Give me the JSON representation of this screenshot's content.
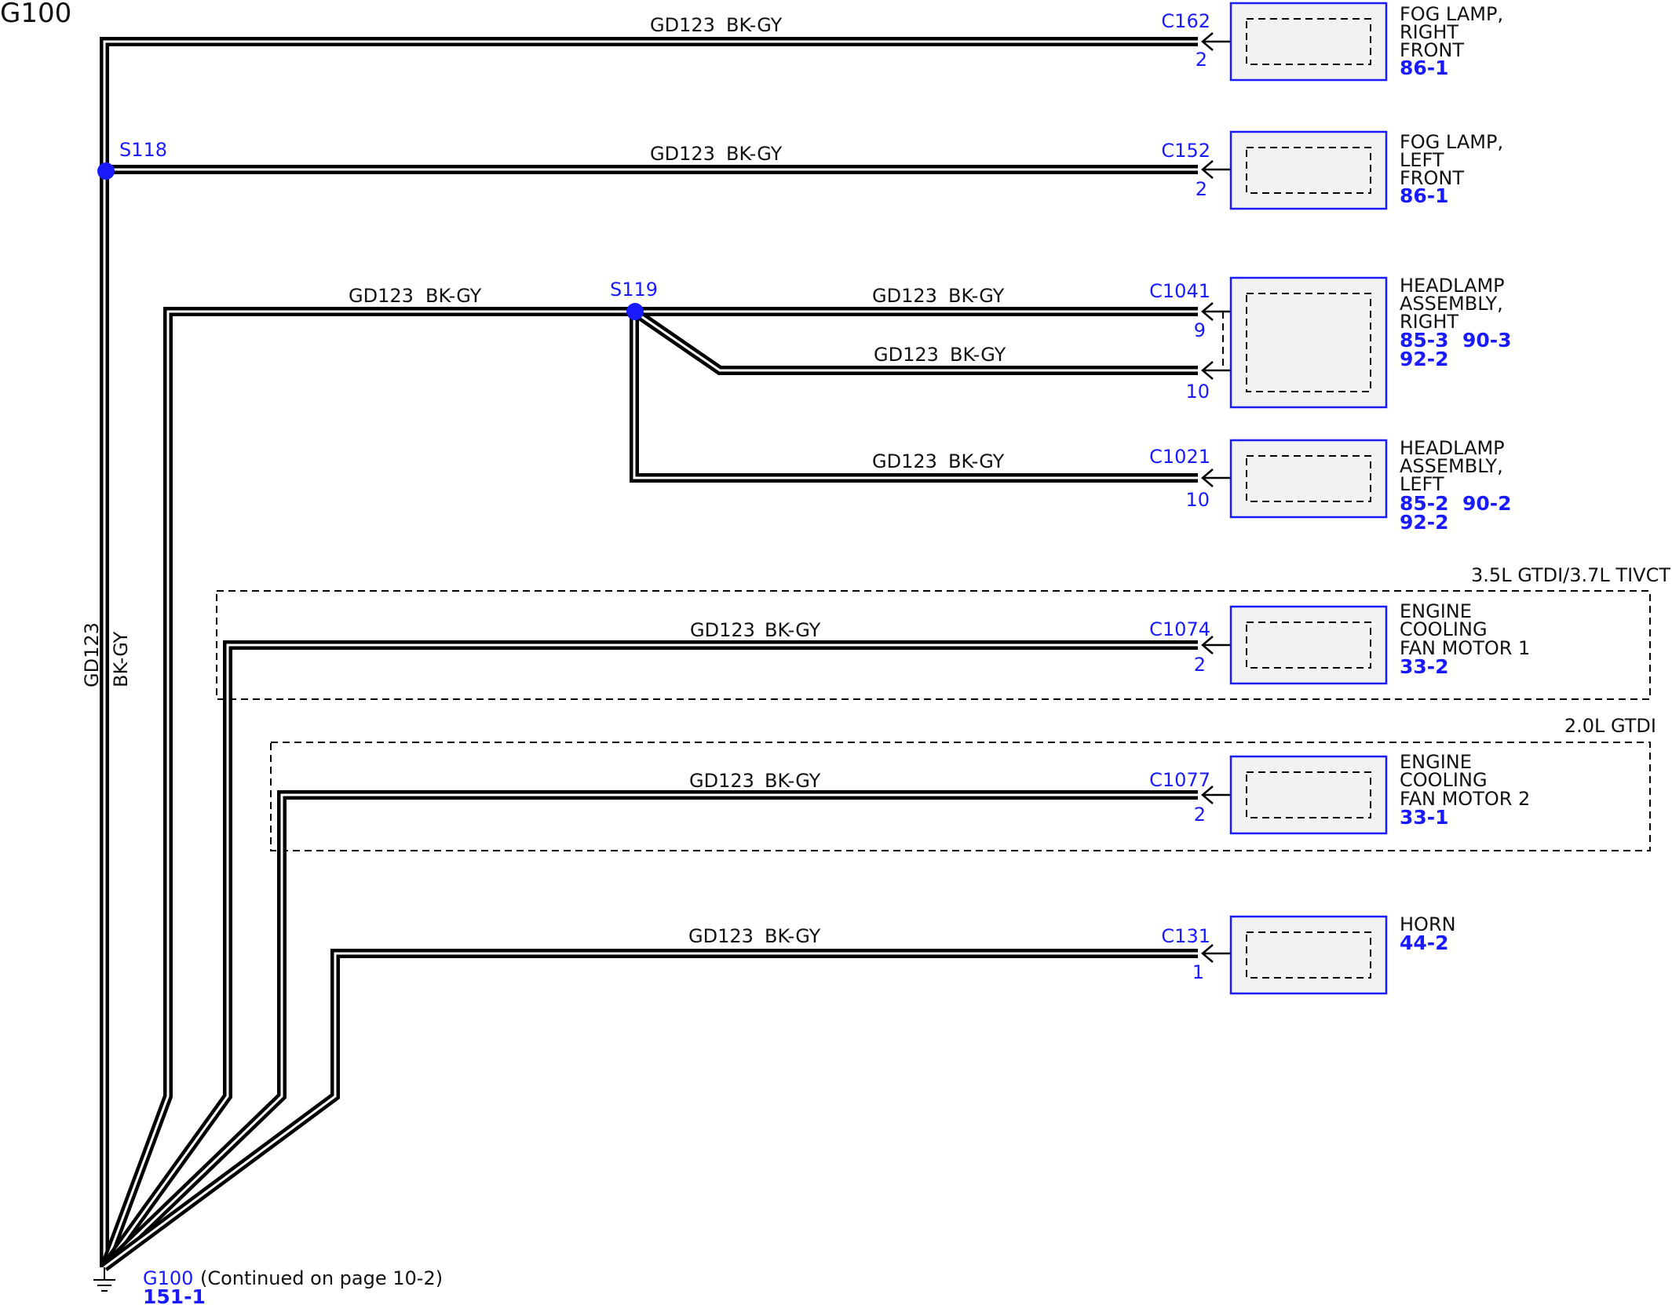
{
  "page_title": "G100",
  "wire_label": {
    "circuit": "GD123",
    "color": "BK-GY"
  },
  "splices": [
    {
      "id": "S118"
    },
    {
      "id": "S119"
    }
  ],
  "connectors": [
    {
      "id": "C162",
      "pin": "2",
      "component": [
        "FOG LAMP,",
        "RIGHT",
        "FRONT"
      ],
      "refs": [
        "86-1"
      ]
    },
    {
      "id": "C152",
      "pin": "2",
      "component": [
        "FOG LAMP,",
        "LEFT",
        "FRONT"
      ],
      "refs": [
        "86-1"
      ]
    },
    {
      "id": "C1041",
      "pins": [
        "9",
        "10"
      ],
      "component": [
        "HEADLAMP",
        "ASSEMBLY,",
        "RIGHT"
      ],
      "refs": [
        "85-3  90-3",
        "92-2"
      ]
    },
    {
      "id": "C1021",
      "pin": "10",
      "component": [
        "HEADLAMP",
        "ASSEMBLY,",
        "LEFT"
      ],
      "refs": [
        "85-2  90-2",
        "92-2"
      ]
    },
    {
      "id": "C1074",
      "pin": "2",
      "component": [
        "ENGINE",
        "COOLING",
        "FAN MOTOR 1"
      ],
      "refs": [
        "33-2"
      ]
    },
    {
      "id": "C1077",
      "pin": "2",
      "component": [
        "ENGINE",
        "COOLING",
        "FAN MOTOR 2"
      ],
      "refs": [
        "33-1"
      ]
    },
    {
      "id": "C131",
      "pin": "1",
      "component": [
        "HORN"
      ],
      "refs": [
        "44-2"
      ]
    }
  ],
  "options": [
    {
      "label": "3.5L GTDI/3.7L TIVCT"
    },
    {
      "label": "2.0L GTDI"
    }
  ],
  "ground": {
    "id": "G100",
    "note": "(Continued on page 10-2)",
    "ref": "151-1"
  }
}
